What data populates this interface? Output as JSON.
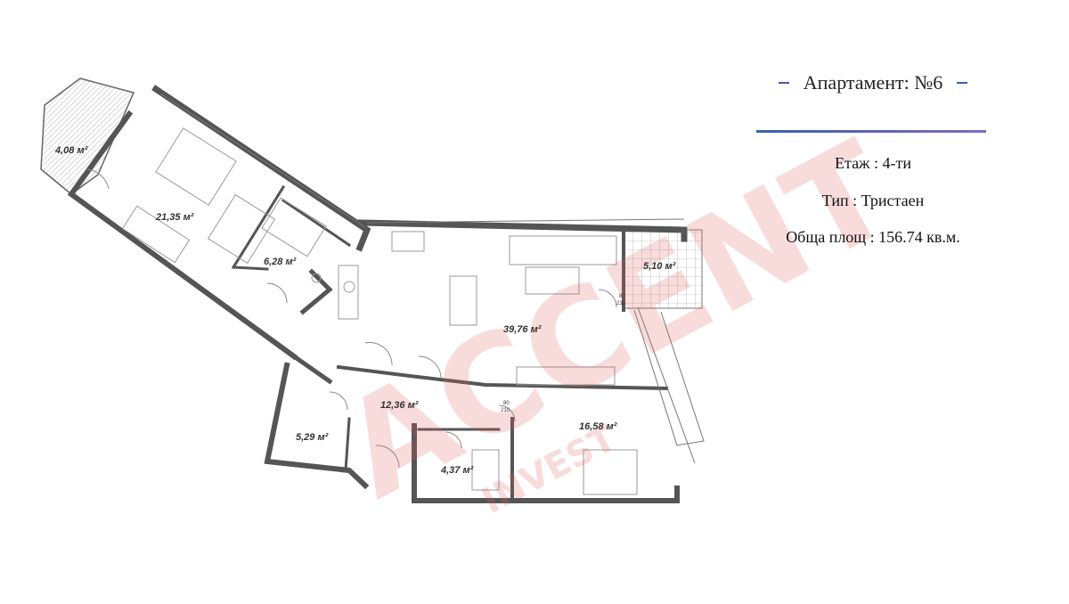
{
  "info": {
    "title": "Апартамент: №6",
    "floor": "Етаж : 4-ти",
    "type": "Тип : Тристаен",
    "area": "Обща площ : 156.74 кв.м."
  },
  "rooms": [
    {
      "id": "balcony-left",
      "label": "4,08 м²"
    },
    {
      "id": "bedroom-main",
      "label": "21,35 м²"
    },
    {
      "id": "bathroom-main",
      "label": "6,28 м²"
    },
    {
      "id": "living-room",
      "label": "39,76 м²"
    },
    {
      "id": "balcony-right",
      "label": "5,10 м²"
    },
    {
      "id": "hall",
      "label": "12,36 м²"
    },
    {
      "id": "storage",
      "label": "5,29 м²"
    },
    {
      "id": "wc",
      "label": "4,37 м²"
    },
    {
      "id": "bedroom-second",
      "label": "16,58 м²"
    }
  ],
  "doors": [
    "80",
    "210"
  ],
  "watermark": {
    "brand": "ACCENT",
    "sub": "INVEST"
  },
  "colors": {
    "accent": "#3d5fa8",
    "wall": "#555555",
    "watermark": "#e06060"
  }
}
